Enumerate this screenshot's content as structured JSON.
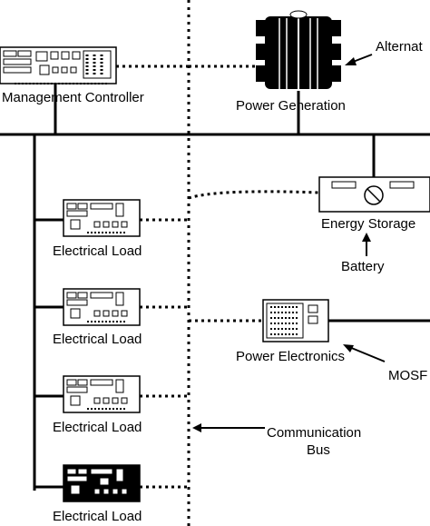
{
  "labels": {
    "management_controller": "Management Controller",
    "power_generation": "Power Generation",
    "alternator": "Alternat",
    "energy_storage": "Energy Storage",
    "battery": "Battery",
    "power_electronics": "Power Electronics",
    "mosfet": "MOSF",
    "electrical_load": "Electrical Load",
    "communication_bus": "Communication",
    "bus_word": "Bus"
  },
  "loads": [
    {
      "label": "Electrical Load"
    },
    {
      "label": "Electrical Load"
    },
    {
      "label": "Electrical Load"
    },
    {
      "label": "Electrical Load"
    }
  ],
  "colors": {
    "line": "#000000",
    "background": "#ffffff",
    "board_fill": "#ffffff",
    "board_fill_dark": "#f2f2f2"
  }
}
